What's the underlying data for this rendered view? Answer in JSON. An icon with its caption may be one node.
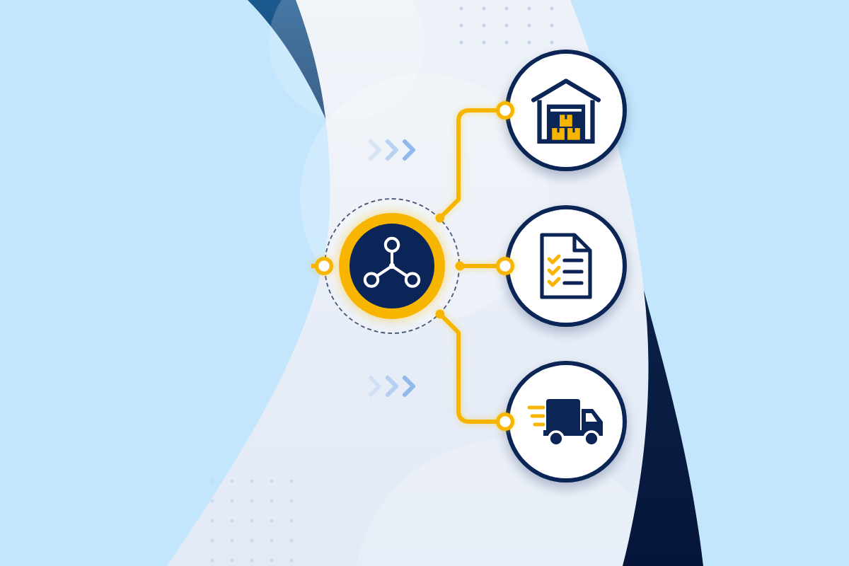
{
  "diagram": {
    "nodes": [
      {
        "text": [],
        "shape": "circle"
      },
      {
        "text": [],
        "shape": "circle"
      },
      {
        "text": [],
        "shape": "circle"
      },
      {
        "text": [],
        "shape": "circle"
      }
    ],
    "edges": [
      {
        "from": 0,
        "to": 1,
        "arrow": "other"
      },
      {
        "from": 0,
        "to": 2,
        "arrow": "other"
      },
      {
        "from": 0,
        "to": 3,
        "arrow": "other"
      },
      {
        "from": null,
        "to": 0,
        "arrow": "other"
      }
    ]
  }
}
